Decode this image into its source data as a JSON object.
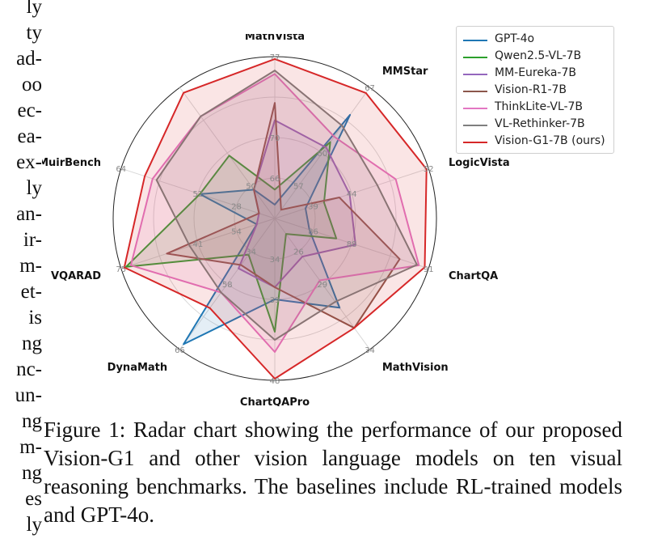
{
  "left_column_fragments": [
    "ly",
    "ty",
    "ad-",
    "oo",
    "ec-",
    "ea-",
    "ex-",
    "ly",
    "an-",
    "ir-",
    "m-",
    "et-",
    "is",
    "ng",
    "nc-",
    "un-",
    "ng",
    "m-",
    "ng",
    "es",
    "ly"
  ],
  "caption": "Figure 1: Radar chart showing the performance of our proposed Vision-G1 and other vision language models on ten visual reasoning benchmarks. The baselines include RL-trained models and GPT-4o.",
  "chart_data": {
    "type": "radar",
    "axes": [
      {
        "label": "MathVista",
        "min": 63,
        "max": 77,
        "ticks": [
          "66",
          "70",
          "77"
        ]
      },
      {
        "label": "MMStar",
        "min": 55,
        "max": 67,
        "ticks": [
          "57",
          "60",
          "67"
        ]
      },
      {
        "label": "LogicVista",
        "min": 37,
        "max": 52,
        "ticks": [
          "39",
          "44",
          "52"
        ]
      },
      {
        "label": "ChartQA",
        "min": 83,
        "max": 91,
        "ticks": [
          "86",
          "88",
          "91"
        ]
      },
      {
        "label": "MathVision",
        "min": 23,
        "max": 34,
        "ticks": [
          "26",
          "29",
          "34"
        ]
      },
      {
        "label": "ChartQAPro",
        "min": 28,
        "max": 48,
        "ticks": [
          "34",
          "39",
          "48"
        ]
      },
      {
        "label": "DynaMath",
        "min": 28,
        "max": 66,
        "ticks": [
          "34",
          "58",
          "66"
        ]
      },
      {
        "label": "VQARAD",
        "min": 28,
        "max": 75,
        "ticks": [
          "54",
          "41",
          "75"
        ]
      },
      {
        "label": "MuirBench",
        "min": 25,
        "max": 64,
        "ticks": [
          "28",
          "52",
          "64"
        ]
      },
      {
        "label": "",
        "min": 0,
        "max": 1,
        "ticks": [
          "50"
        ]
      }
    ],
    "series": [
      {
        "name": "GPT-4o",
        "color": "#1f77b4",
        "values": [
          64.2,
          64.5,
          40.0,
          84.8,
          30.5,
          38.0,
          64.5,
          33.5,
          44.0,
          0.22
        ]
      },
      {
        "name": "Qwen2.5-VL-7B",
        "color": "#2ca02c",
        "values": [
          65.5,
          62.0,
          41.8,
          86.2,
          24.3,
          42.0,
          38.5,
          73.5,
          44.0,
          0.48
        ]
      },
      {
        "name": "MM-Eureka-7B",
        "color": "#9467bd",
        "values": [
          71.5,
          61.5,
          44.3,
          87.2,
          26.2,
          36.5,
          42.5,
          33.5,
          29.0,
          0.22
        ]
      },
      {
        "name": "Vision-R1-7B",
        "color": "#8c564b",
        "values": [
          73.0,
          55.8,
          43.3,
          89.5,
          32.2,
          36.5,
          41.5,
          61.0,
          29.0,
          0.22
        ]
      },
      {
        "name": "ThinkLite-VL-7B",
        "color": "#e377c2",
        "values": [
          75.5,
          62.5,
          48.8,
          90.5,
          28.2,
          44.5,
          49.5,
          72.0,
          56.0,
          0.78
        ]
      },
      {
        "name": "VL-Rethinker-7B",
        "color": "#7f7f7f",
        "values": [
          75.8,
          63.5,
          47.0,
          90.4,
          30.0,
          43.0,
          49.5,
          54.0,
          55.0,
          0.78
        ]
      },
      {
        "name": "Vision-G1-7B (ours)",
        "color": "#d62728",
        "values": [
          76.8,
          66.5,
          51.8,
          90.8,
          32.2,
          47.8,
          54.0,
          74.0,
          58.0,
          0.96
        ]
      }
    ],
    "grid": true,
    "legend": "top-right"
  }
}
